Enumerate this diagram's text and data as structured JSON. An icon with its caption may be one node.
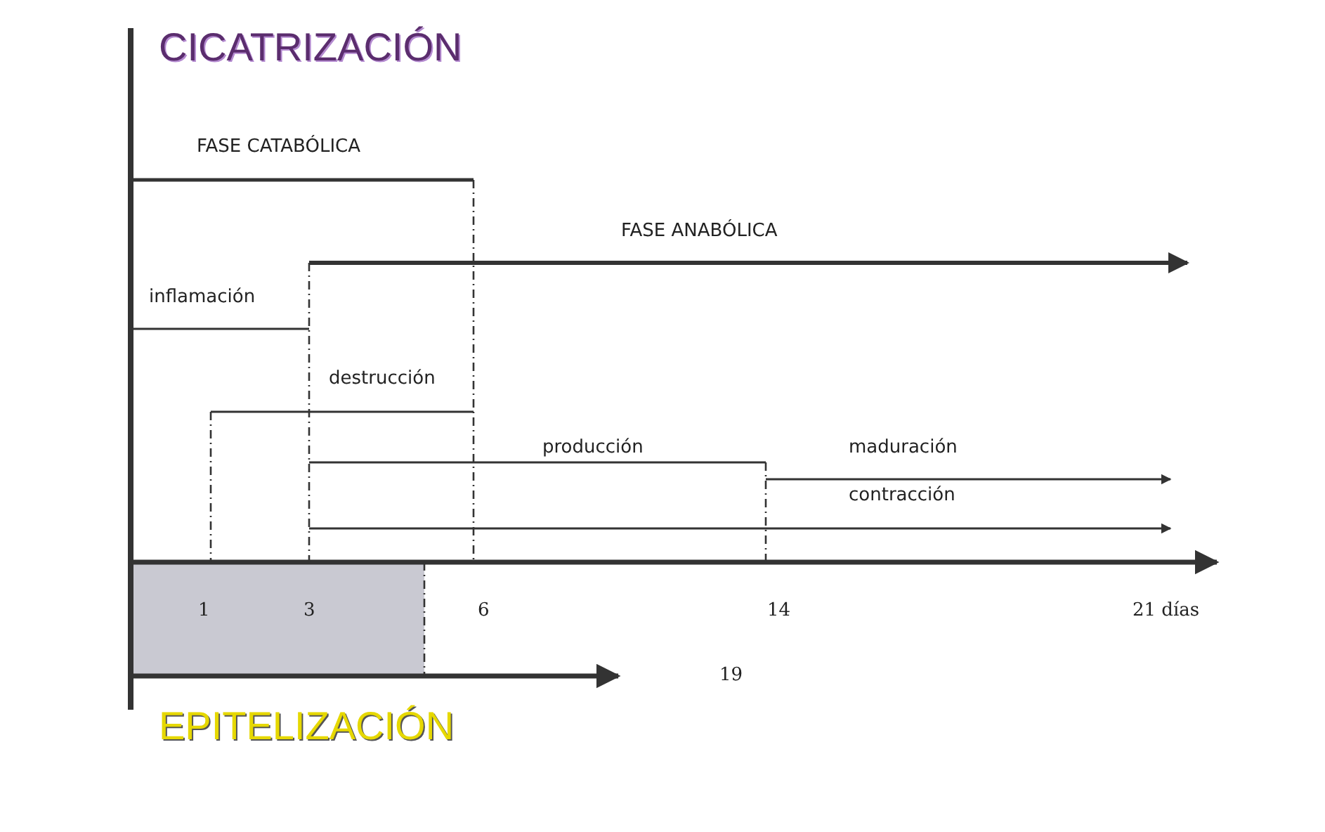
{
  "diagram": {
    "title": "CICATRIZACIÓN",
    "labels": [
      "FASE CATABÓLICA",
      "FASE ANABÓLICA",
      "inflamación",
      "destrucción",
      "producción",
      "maduración",
      "contracción",
      "1",
      "3",
      "6",
      "14",
      "21 días",
      "19",
      "EPITELIZACIÓN"
    ]
  }
}
